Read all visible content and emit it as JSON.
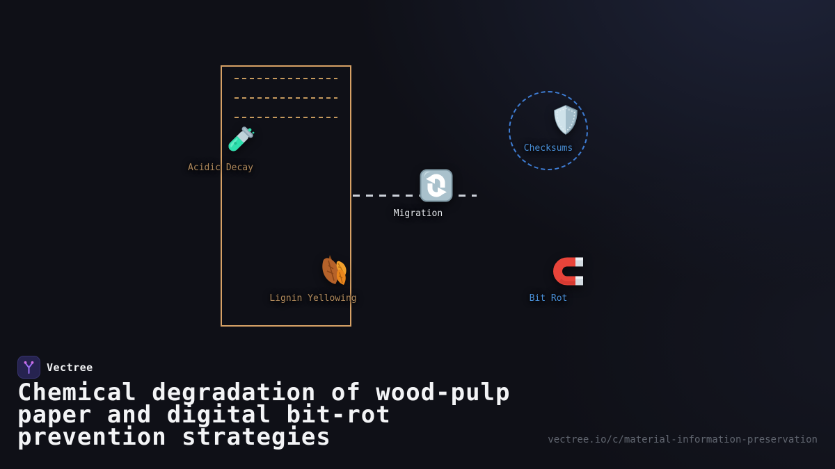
{
  "colors": {
    "background": "#0f1017",
    "background_glow": "#1e2338",
    "paper_accent": "#d7a266",
    "paper_label": "#b18a5c",
    "digital_accent": "#3f7ed6",
    "digital_label": "#4a90d9",
    "neutral_label": "#e2e5ea",
    "muted_text": "#60656f",
    "brand_purple": "#9b6df2"
  },
  "diagram": {
    "paper_box": {
      "acidic": {
        "label": "Acidic Decay",
        "icon": "test-tube-icon"
      },
      "lignin": {
        "label": "Lignin Yellowing",
        "icon": "fallen-leaves-icon"
      }
    },
    "migration": {
      "label": "Migration",
      "icon": "cycle-arrows-icon"
    },
    "checksums": {
      "label": "Checksums",
      "icon": "shield-icon"
    },
    "bit_rot": {
      "label": "Bit Rot",
      "icon": "magnet-icon"
    }
  },
  "footer": {
    "brand": "Vectree",
    "logo_icon": "vector-branch-icon",
    "title_line1": "Chemical degradation of wood-pulp",
    "title_line2": "paper and digital bit-rot",
    "title_line3": "prevention strategies",
    "url": "vectree.io/c/material-information-preservation"
  }
}
